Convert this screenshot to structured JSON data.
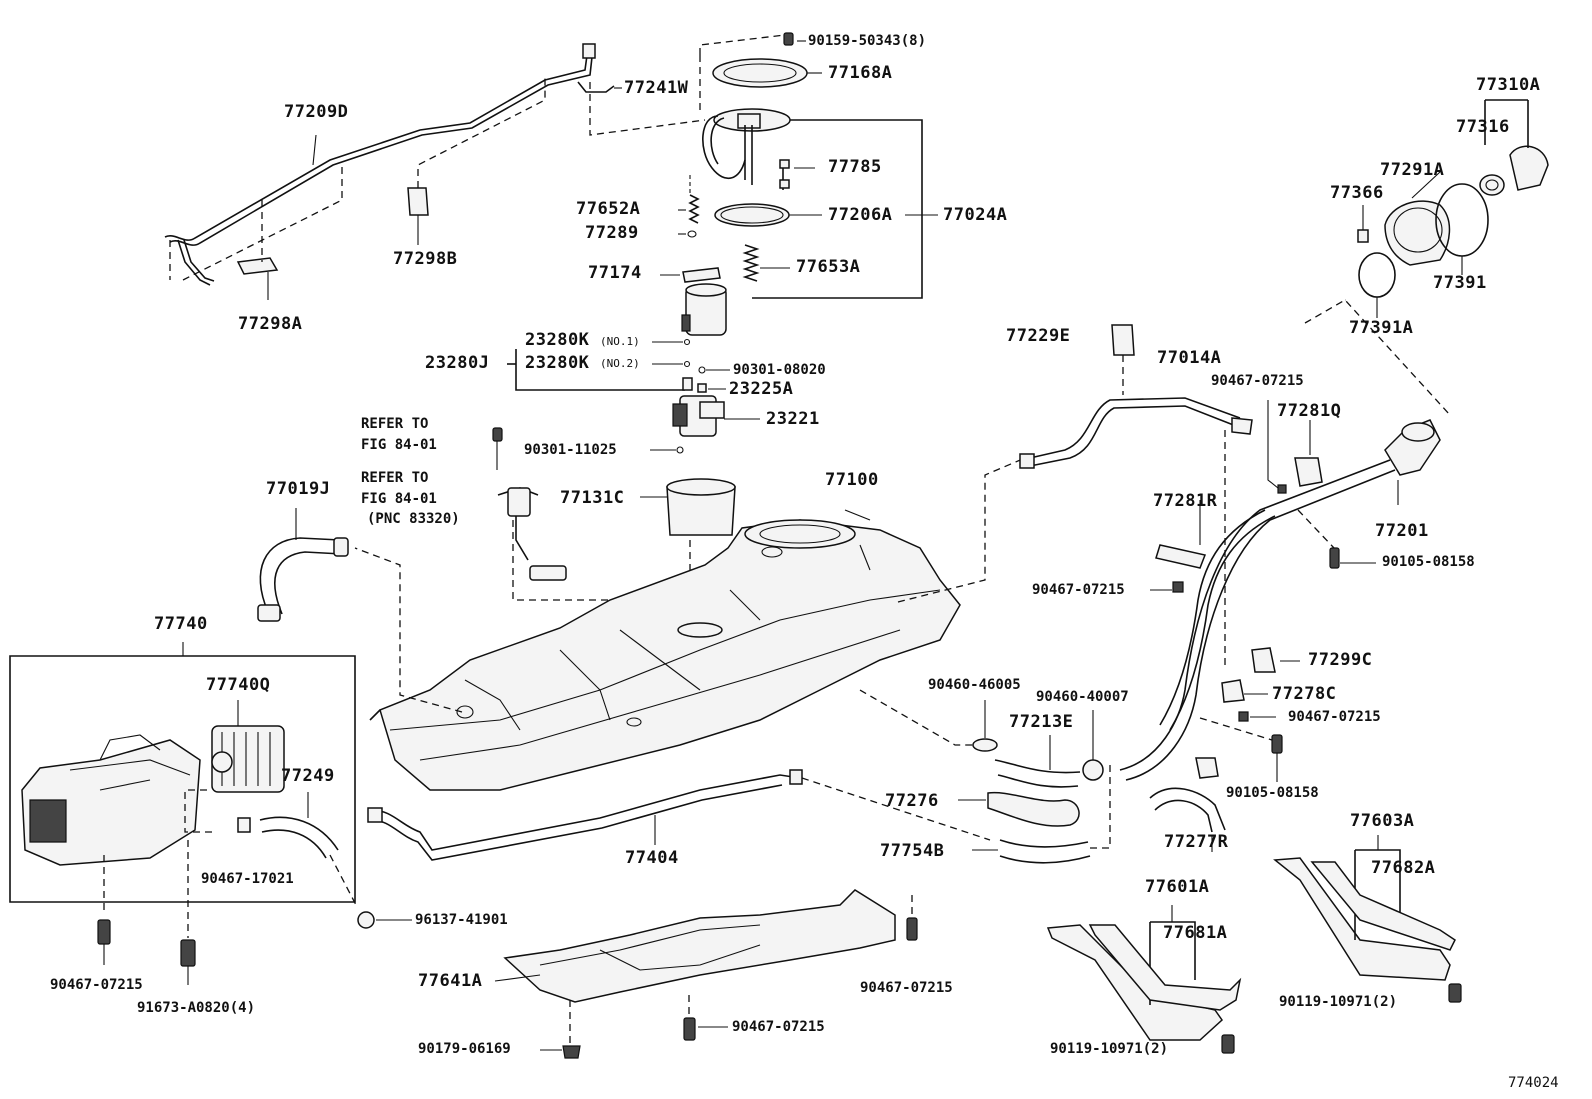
{
  "labels": {
    "p77209D": "77209D",
    "p77298A": "77298A",
    "p77298B": "77298B",
    "p77241W": "77241W",
    "p90159": "90159-50343(8)",
    "p77168A": "77168A",
    "p77785": "77785",
    "p77652A": "77652A",
    "p77289": "77289",
    "p77206A": "77206A",
    "p77024A": "77024A",
    "p77174": "77174",
    "p77653A": "77653A",
    "p23280J": "23280J",
    "p23280K1": "23280K",
    "no1": "(NO.1)",
    "p23280K2": "23280K",
    "no2": "(NO.2)",
    "p90301_08020": "90301-08020",
    "p23225A": "23225A",
    "p23221": "23221",
    "refer1a": "REFER TO",
    "refer1b": "FIG 84-01",
    "p90301_11025": "90301-11025",
    "refer2a": "REFER TO",
    "refer2b": "FIG 84-01",
    "refer2c": "(PNC 83320)",
    "p77131C": "77131C",
    "p77100": "77100",
    "p77019J": "77019J",
    "p77740": "77740",
    "p77740Q": "77740Q",
    "p77249": "77249",
    "p90467_17021": "90467-17021",
    "p90467_07215_a": "90467-07215",
    "p91673": "91673-A0820(4)",
    "p96137": "96137-41901",
    "p77404": "77404",
    "p77641A": "77641A",
    "p90467_07215_b": "90467-07215",
    "p90179": "90179-06169",
    "p90467_07215_c": "90467-07215",
    "p77229E": "77229E",
    "p77014A": "77014A",
    "p90467_07215_d": "90467-07215",
    "p77281Q": "77281Q",
    "p77281R": "77281R",
    "p90467_07215_e": "90467-07215",
    "p77201": "77201",
    "p90105_08158_a": "90105-08158",
    "p77310A": "77310A",
    "p77316": "77316",
    "p77291A": "77291A",
    "p77366": "77366",
    "p77391": "77391",
    "p77391A": "77391A",
    "p77299C": "77299C",
    "p77278C": "77278C",
    "p90467_07215_f": "90467-07215",
    "p90105_08158_b": "90105-08158",
    "p90460_46005": "90460-46005",
    "p90460_40007": "90460-40007",
    "p77213E": "77213E",
    "p77276": "77276",
    "p77754B": "77754B",
    "p77277R": "77277R",
    "p77601A": "77601A",
    "p77681A": "77681A",
    "p77603A": "77603A",
    "p77682A": "77682A",
    "p90119_a": "90119-10971(2)",
    "p90119_b": "90119-10971(2)",
    "figno": "774024"
  }
}
